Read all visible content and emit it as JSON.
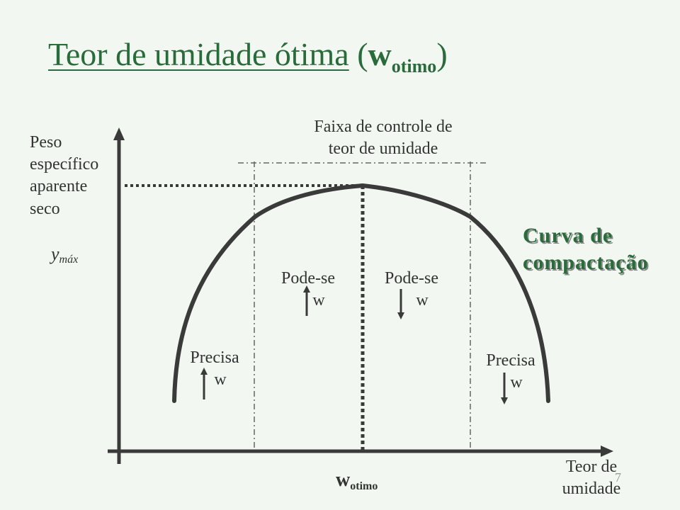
{
  "title": {
    "main": "Teor de umidade ótima",
    "open": "(",
    "symbol": "w",
    "subscript": "otimo",
    "close": ")"
  },
  "axes": {
    "y_label_lines": [
      "Peso",
      "específico",
      "aparente",
      "seco"
    ],
    "y_max_symbol": "y",
    "y_max_subscript": "máx",
    "x_label_lines": [
      "Teor de",
      "umidade"
    ]
  },
  "band": {
    "label_lines": [
      "Faixa de controle de",
      "teor de umidade"
    ]
  },
  "optimum": {
    "symbol": "w",
    "subscript": "otimo"
  },
  "annotations": {
    "left_outer": {
      "text": "Precisa",
      "var": "w",
      "arrow": "up"
    },
    "left_inner": {
      "text": "Pode-se",
      "var": "w",
      "arrow": "up"
    },
    "right_inner": {
      "text": "Pode-se",
      "var": "w",
      "arrow": "down"
    },
    "right_outer": {
      "text": "Precisa",
      "var": "w",
      "arrow": "down"
    }
  },
  "curve": {
    "label_lines": [
      "Curva de",
      "compactação"
    ]
  },
  "slide_number": "7",
  "colors": {
    "background": "#f2f8f1",
    "title": "#2a6b3b",
    "curve": "#3a3a3a",
    "text": "#333333"
  }
}
